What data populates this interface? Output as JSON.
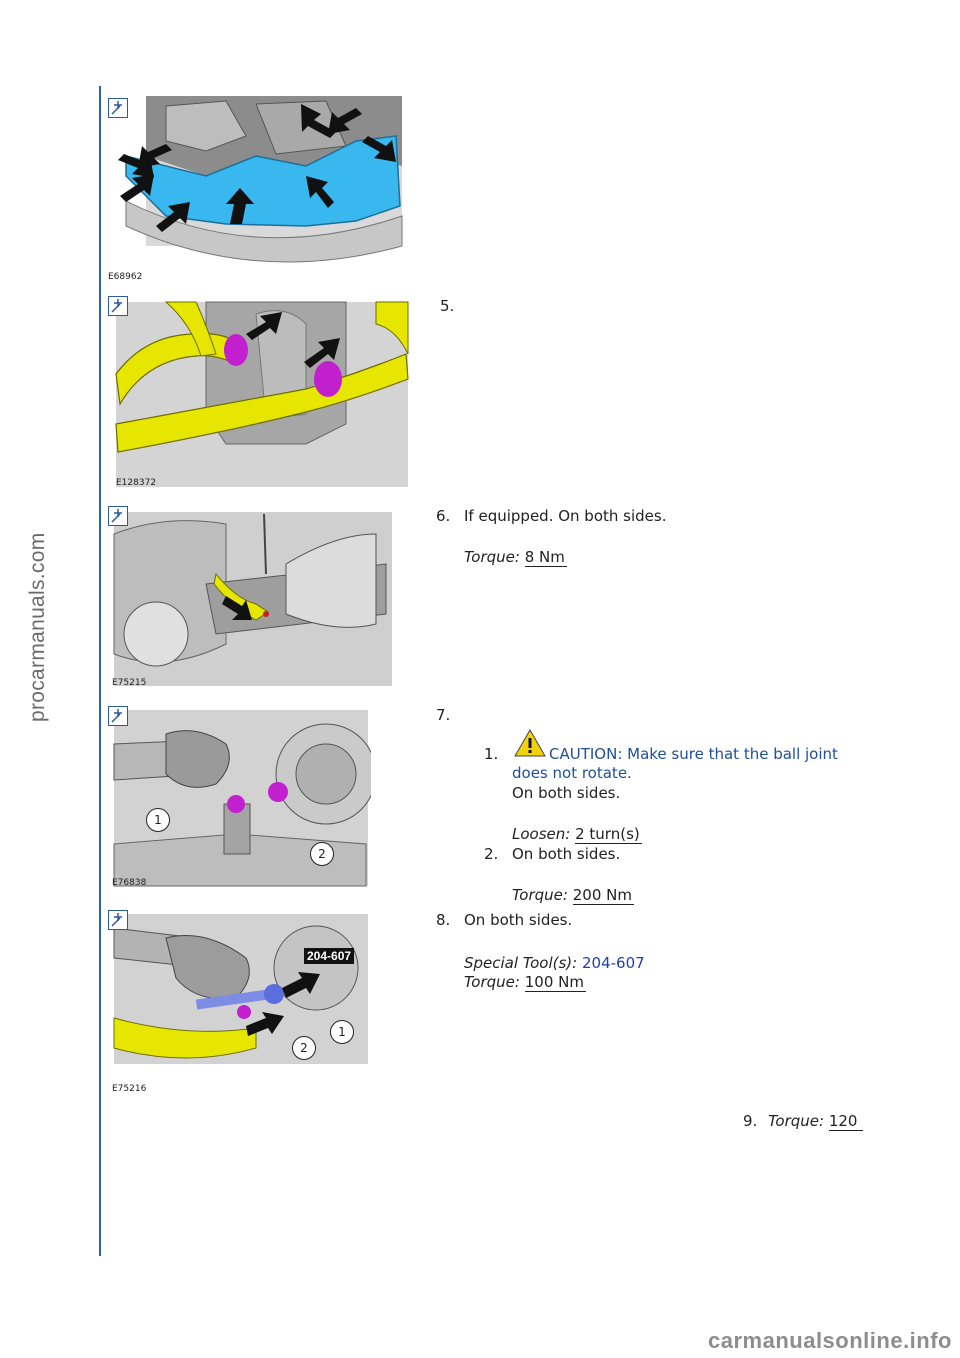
{
  "watermark_left": "procarmanuals.com",
  "watermark_bottom": "carmanualsonline.info",
  "figures": [
    {
      "label": "E68962"
    },
    {
      "label": "E128372"
    },
    {
      "label": "E75215"
    },
    {
      "label": "E76838",
      "callouts": [
        "1",
        "2"
      ]
    },
    {
      "label": "E75216",
      "callouts": [
        "1",
        "2"
      ],
      "tool_tag": "204-607"
    }
  ],
  "steps": {
    "s5": {
      "num": "5."
    },
    "s6": {
      "num": "6.",
      "text": "If equipped. On both sides.",
      "torque_label": "Torque:",
      "torque_value": "8 Nm"
    },
    "s7": {
      "num": "7.",
      "sub1": {
        "num": "1.",
        "caution_line1": "CAUTION: Make sure that the ball joint",
        "caution_line2": "does not rotate.",
        "text": "On both sides.",
        "loosen_label": "Loosen:",
        "loosen_value": "2 turn(s)"
      },
      "sub2": {
        "num": "2.",
        "text": "On both sides.",
        "torque_label": "Torque:",
        "torque_value": "200 Nm"
      }
    },
    "s8": {
      "num": "8.",
      "text": "On both sides.",
      "tool_label": "Special Tool(s):",
      "tool_value": "204-607",
      "torque_label": "Torque:",
      "torque_value": "100 Nm"
    },
    "s9": {
      "num": "9.",
      "torque_label": "Torque:",
      "torque_value": "120"
    }
  }
}
